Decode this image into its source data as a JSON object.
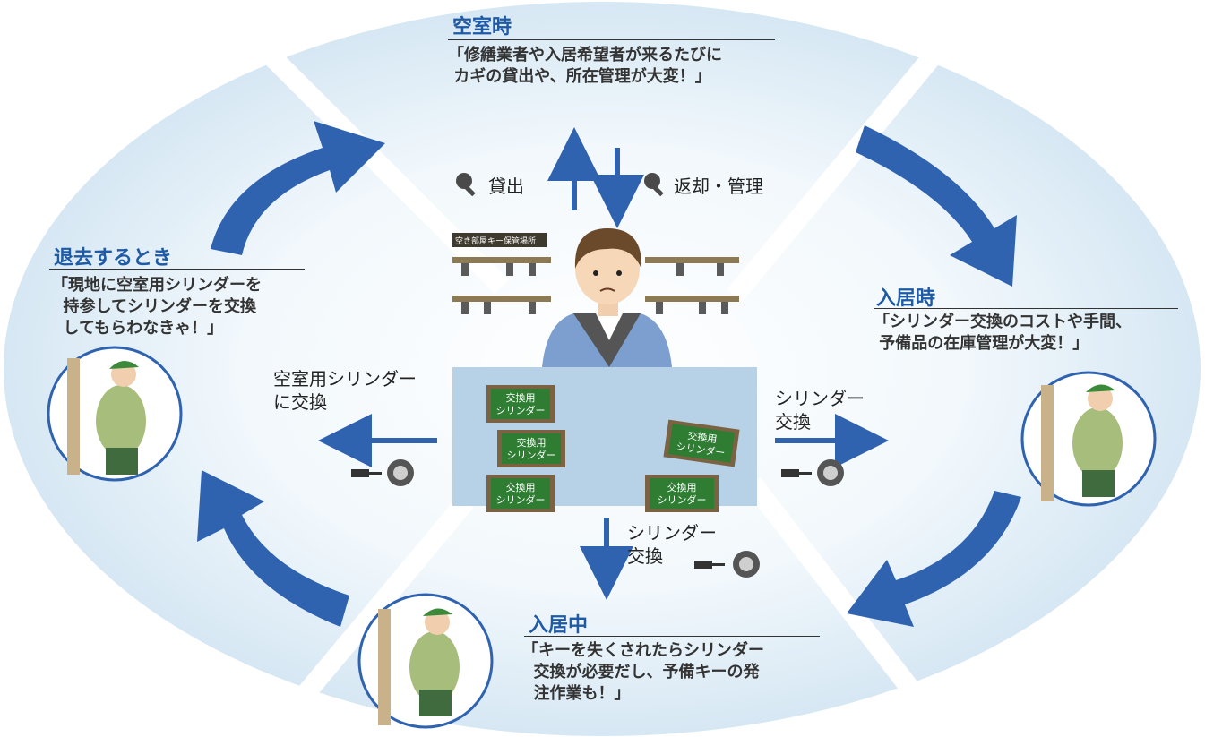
{
  "sections": {
    "vacant": {
      "title": "空室時",
      "quote": "「修繕業者や入居希望者が来るたびに\n カギの貸出や、所在管理が大変！」"
    },
    "move_in": {
      "title": "入居時",
      "quote": "「シリンダー交換のコストや手間、\n 予備品の在庫管理が大変！」"
    },
    "occupied": {
      "title": "入居中",
      "quote": "「キーを失くされたらシリンダー\n  交換が必要だし、予備キーの発\n  注作業も！」"
    },
    "move_out": {
      "title": "退去するとき",
      "quote": "「現地に空室用シリンダーを\n  持参してシリンダーを交換\n  してもらわなきゃ！」"
    }
  },
  "labels": {
    "lend": "貸出",
    "return_manage": "返却・管理",
    "shelf_sign": "空き部屋キー保管場所",
    "swap_to_vacant": "空室用シリンダー\nに交換",
    "cylinder_swap_right": "シリンダー\n交換",
    "cylinder_swap_bottom": "シリンダー\n交換"
  },
  "boxes": [
    "交換用\nシリンダー",
    "交換用\nシリンダー",
    "交換用\nシリンダー",
    "交換用\nシリンダー",
    "交換用\nシリンダー"
  ],
  "colors": {
    "accent_blue": "#2f63b0",
    "title_blue": "#1f5aa6",
    "box_green": "#2e7d32",
    "box_brown": "#7a6242",
    "bg_pale_blue": "#e4f0f8",
    "counter_blue": "#b7d2e6"
  }
}
